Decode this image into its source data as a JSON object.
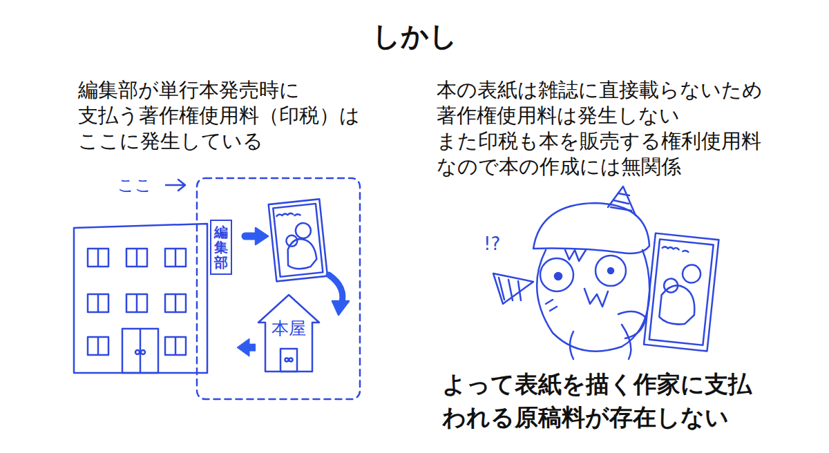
{
  "diagram": {
    "title": "しかし",
    "nodes": [
      {
        "text": [
          "編集部"
        ]
      },
      {
        "text": [
          "本屋"
        ]
      }
    ],
    "edges": [
      {
        "from": 1,
        "to": 0,
        "arrow": "to"
      }
    ],
    "labels": [
      "編集部が単行本発売時に 支払う著作権使用料（印税）は ここに発生している",
      "ここ",
      "本の表紙は雑誌に直接載らないため 著作権使用料は発生しない また印税も本を販売する権利使用料 なので本の作成には無関係",
      "!?",
      "よって表紙を描く作家に支払 われる原稿料が存在しない"
    ]
  }
}
